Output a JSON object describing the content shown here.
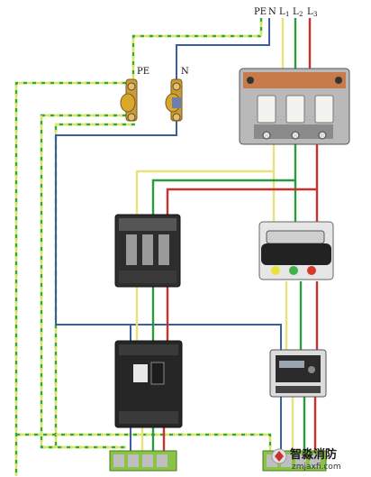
{
  "terminals": {
    "pe": "PE",
    "n": "N",
    "l1": "L",
    "l1_sub": "1",
    "l2": "L",
    "l2_sub": "2",
    "l3": "L",
    "l3_sub": "3"
  },
  "blocks": {
    "pe_label": "PE",
    "n_label": "N"
  },
  "watermark": {
    "title": "智淼消防",
    "url": "zmjaxfi.com"
  },
  "colors": {
    "pe_wire": "#3aa63a",
    "pe_wire_dash": "#d6e85a",
    "n_wire": "#3a5fa0",
    "l1_wire": "#e8e27a",
    "l2_wire": "#2e9a3e",
    "l3_wire": "#c8322e"
  }
}
